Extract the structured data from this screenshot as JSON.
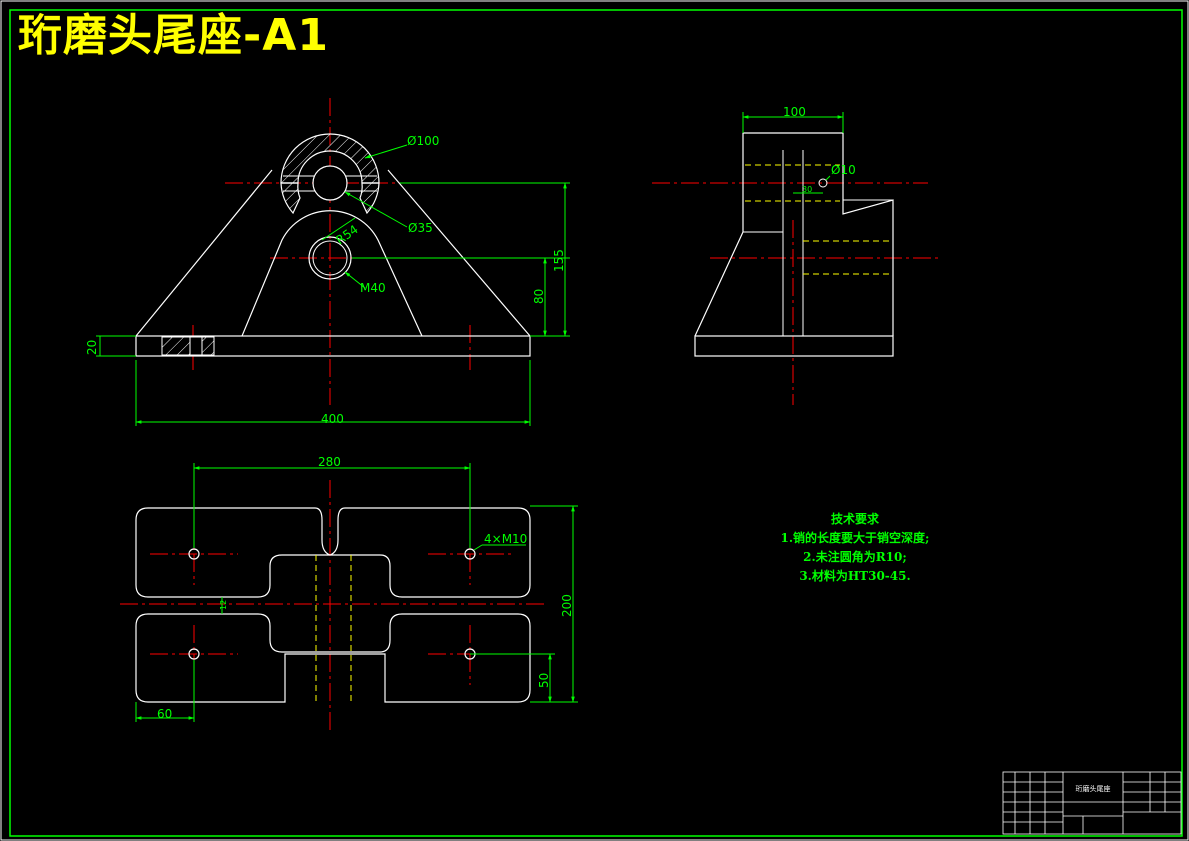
{
  "title": "珩磨头尾座-A1",
  "dimensions": {
    "phi100": "Ø100",
    "phi35": "Ø35",
    "r54": "R54",
    "m40": "M40",
    "d155": "155",
    "d80": "80",
    "d20": "20",
    "d400": "400",
    "d100": "100",
    "phi10": "Ø10",
    "d30": "30",
    "d280": "280",
    "m10": "4×M10",
    "d200": "200",
    "d50": "50",
    "d60": "60",
    "d12": "12"
  },
  "tech_requirements": {
    "heading": "技术要求",
    "items": [
      "1.销的长度要大于销空深度;",
      "2.未注圆角为R10;",
      "3.材料为HT30-45."
    ]
  },
  "title_block": {
    "part_name": "珩磨头尾座"
  },
  "colors": {
    "line": "#ffffff",
    "dimension": "#00ff00",
    "centerline": "#ff0000",
    "hidden": "#ffff00",
    "title": "#ffff00",
    "hatch": "#ffffff"
  }
}
